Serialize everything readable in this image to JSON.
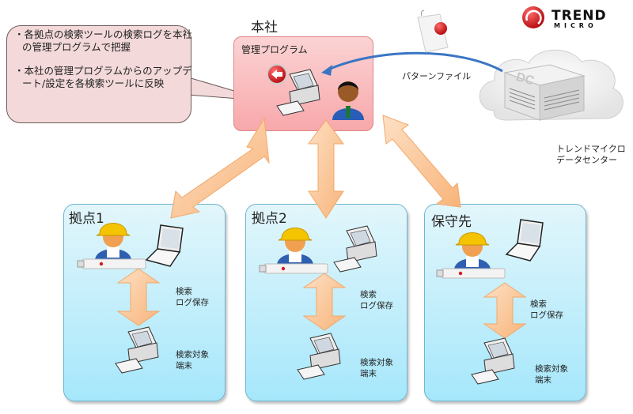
{
  "callout": {
    "bullets": [
      "・各拠点の検索ツールの検索ログを本社の管理プログラムで把握",
      "・本社の管理プログラムからのアップデート/設定を各検索ツールに反映"
    ]
  },
  "headquarters": {
    "title": "本社",
    "program_label": "管理プログラム"
  },
  "pattern_file": {
    "label": "パターンファイル"
  },
  "datacenter": {
    "line1": "トレンドマイクロ",
    "line2": "データセンター",
    "badge": "DC"
  },
  "brand": {
    "name": "TREND",
    "sub": "MICRO",
    "color": "#d71920"
  },
  "sites": [
    {
      "title": "拠点1",
      "device": "laptop",
      "log_label_1": "検索",
      "log_label_2": "ログ保存",
      "target_label_1": "検索対象",
      "target_label_2": "端末"
    },
    {
      "title": "拠点2",
      "device": "desktop",
      "log_label_1": "検索",
      "log_label_2": "ログ保存",
      "target_label_1": "検索対象",
      "target_label_2": "端末"
    },
    {
      "title": "保守先",
      "device": "laptop",
      "log_label_1": "検索",
      "log_label_2": "ログ保存",
      "target_label_1": "検索対象",
      "target_label_2": "端末"
    }
  ],
  "colors": {
    "arrow_fill": "#fbc99a",
    "hq_fill": "#f8a8ab",
    "site_fill": "#a6e7fb",
    "callout_fill": "#f3d9da",
    "pattern_arrow": "#3a75c4"
  }
}
